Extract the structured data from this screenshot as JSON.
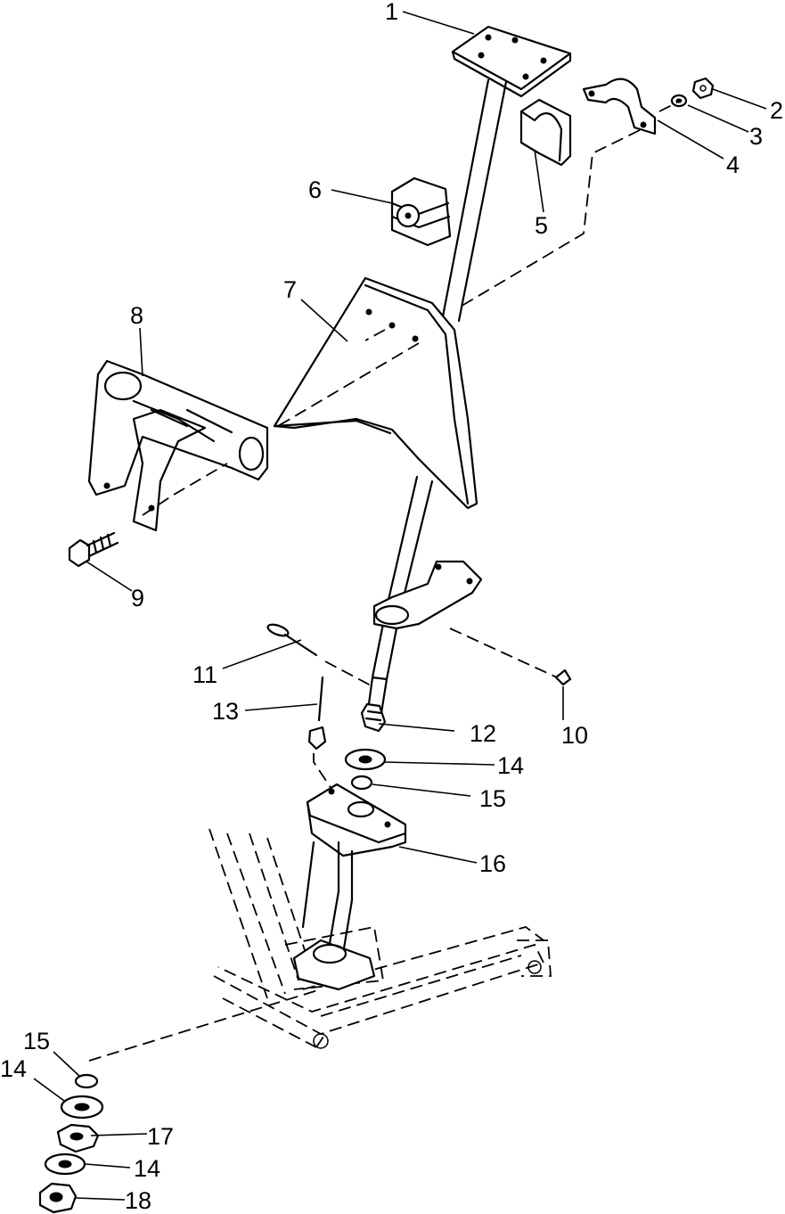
{
  "callouts": {
    "c1": "1",
    "c2": "2",
    "c3": "3",
    "c4": "4",
    "c5": "5",
    "c6": "6",
    "c7": "7",
    "c8": "8",
    "c9": "9",
    "c10": "10",
    "c11": "11",
    "c12": "12",
    "c13": "13",
    "c14a": "14",
    "c15a": "15",
    "c16": "16",
    "c15b": "15",
    "c14b": "14",
    "c17": "17",
    "c14c": "14",
    "c18": "18"
  }
}
